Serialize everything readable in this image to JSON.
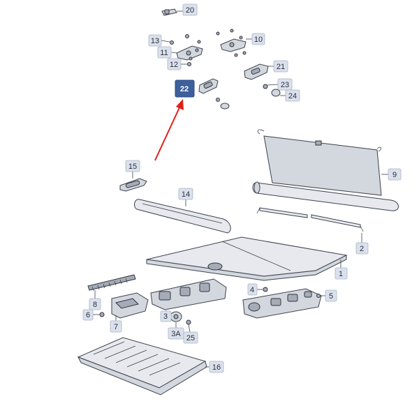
{
  "diagram": {
    "callouts": {
      "c20": "20",
      "c13": "13",
      "c10": "10",
      "c11": "11",
      "c12": "12",
      "c21": "21",
      "c23": "23",
      "c24": "24",
      "c22": "22",
      "c9": "9",
      "c15": "15",
      "c14": "14",
      "c2": "2",
      "c1": "1",
      "c4": "4",
      "c5": "5",
      "c8": "8",
      "c6": "6",
      "c7": "7",
      "c3": "3",
      "c3a": "3A",
      "c25": "25",
      "c16": "16"
    },
    "colors": {
      "highlight_tag": "#3d5f9c",
      "arrow": "#e0201b",
      "tag": "#dbe1ec"
    }
  }
}
